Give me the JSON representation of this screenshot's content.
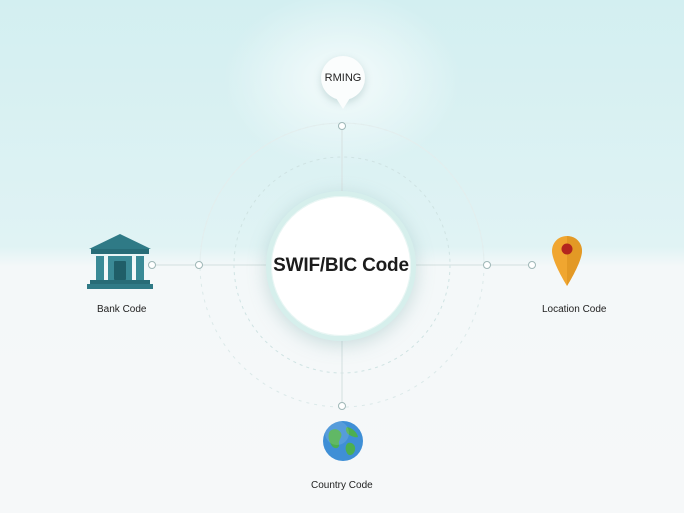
{
  "center": {
    "label": "SWIF/BIC Code"
  },
  "top": {
    "label": "RMING",
    "icon": "speech-bubble-icon"
  },
  "left": {
    "label": "Bank Code",
    "icon": "bank-building-icon"
  },
  "right": {
    "label": "Location Code",
    "icon": "map-pin-icon"
  },
  "bottom": {
    "label": "Country Code",
    "icon": "globe-icon"
  },
  "colors": {
    "bank": "#2f7a86",
    "pin": "#f0a630",
    "pin_dot": "#b3261e",
    "globe_water": "#3f8fd6",
    "globe_land": "#4caf50",
    "center_ring": "#d6efec"
  }
}
